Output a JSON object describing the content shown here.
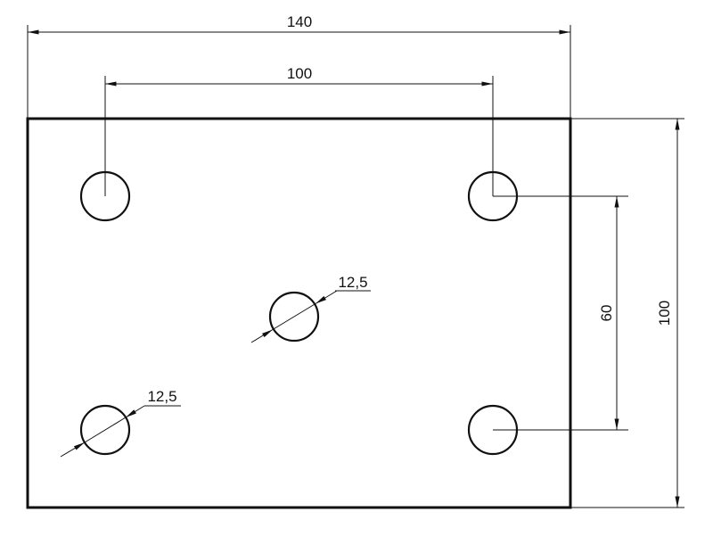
{
  "drawing": {
    "plate": {
      "width": 140,
      "height": 100
    },
    "dimensions": {
      "overall_width": "140",
      "hole_spacing_horizontal": "100",
      "hole_spacing_vertical": "60",
      "overall_height": "100",
      "center_hole_diameter": "12,5",
      "corner_hole_diameter": "12,5"
    },
    "hole_count": 5
  }
}
